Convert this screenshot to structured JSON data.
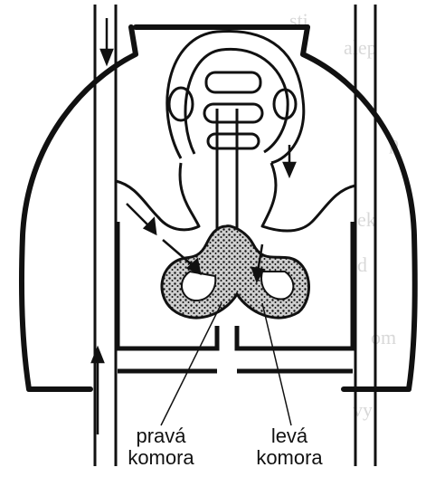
{
  "labels": {
    "right_ventricle": {
      "line1": "pravá",
      "line2": "komora"
    },
    "left_ventricle": {
      "line1": "levá",
      "line2": "komora"
    }
  },
  "colors": {
    "ink": "#111111",
    "stipple_fill": "#bdbdbd",
    "background": "#ffffff"
  }
}
